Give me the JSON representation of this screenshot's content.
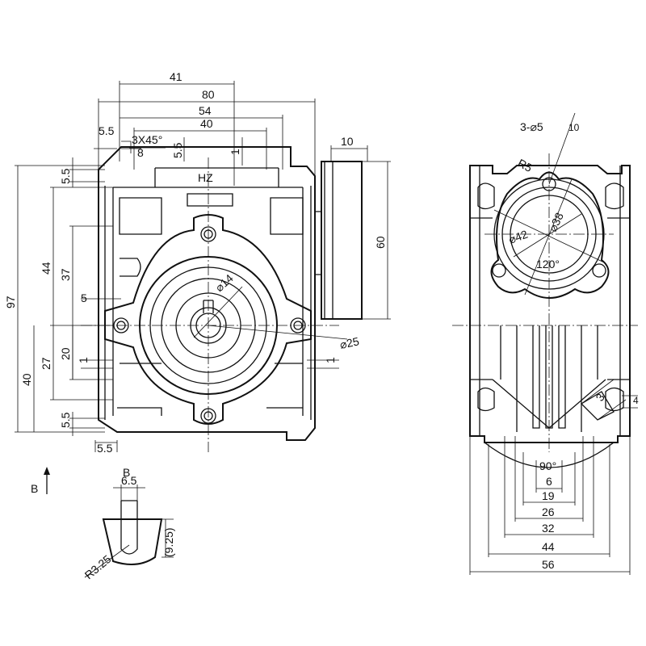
{
  "front_view": {
    "top_dims": {
      "d41": "41",
      "d80": "80",
      "d54": "54",
      "d40": "40",
      "d5_5": "5.5",
      "chamfer": "3X45°",
      "d8": "8",
      "d5_5b": "5.5",
      "d1": "1"
    },
    "left_dims": {
      "d97": "97",
      "d5_5_top": "5.5",
      "d44": "44",
      "d37": "37",
      "d5": "5",
      "d27": "27",
      "d20": "20",
      "d40": "40",
      "d1": "1",
      "d5_5_bot": "5.5",
      "d5_5_bottom": "5.5"
    },
    "center_labels": {
      "hz": "HZ",
      "dia14": "⌀14",
      "dia25": "⌀25",
      "d1_right": "1"
    },
    "flange_dims": {
      "d10": "10",
      "d60": "60"
    }
  },
  "side_view": {
    "labels": {
      "holes": "3-⌀5",
      "ten": "10",
      "r5": "R5",
      "dia38": "⌀38",
      "dia42": "⌀42",
      "angle120": "120°",
      "d3": "3",
      "d4": "4"
    },
    "bottom_dims": {
      "angle90": "90°",
      "d6": "6",
      "d19": "19",
      "d26": "26",
      "d32": "32",
      "d44": "44",
      "d56": "56"
    }
  },
  "detail_view": {
    "arrow_label": "B",
    "section_label": "B",
    "d6_5": "6.5",
    "r3_25": "R3.25",
    "d9_25": "(9.25)"
  }
}
